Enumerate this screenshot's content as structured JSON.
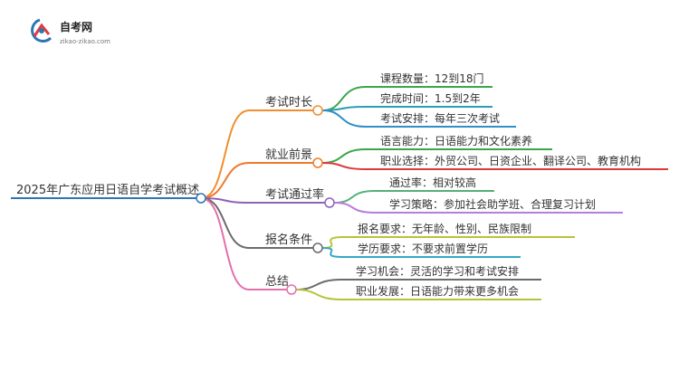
{
  "logo": {
    "name": "自考网",
    "domain": "zikao-zikao.com"
  },
  "colors": {
    "root": "#2e75b6",
    "branch": [
      "#ef8f2f",
      "#ef7a2a",
      "#8e62b8",
      "#6b6b6b",
      "#e46fae"
    ],
    "leaf": [
      "#3aa64a",
      "#2f9db5",
      "#2f8fc8",
      "#3aa64a",
      "#d93a3a",
      "#55b07a",
      "#b87be0",
      "#b5c43a",
      "#32a8c7",
      "#6b6b6b",
      "#b5c43a"
    ]
  },
  "mindmap": {
    "root": "2025年广东应用日语自学考试概述",
    "branches": [
      {
        "label": "考试时长",
        "leaves": [
          "课程数量：12到18门",
          "完成时间：1.5到2年",
          "考试安排：每年三次考试"
        ]
      },
      {
        "label": "就业前景",
        "leaves": [
          "语言能力：日语能力和文化素养",
          "职业选择：外贸公司、日资企业、翻译公司、教育机构"
        ]
      },
      {
        "label": "考试通过率",
        "leaves": [
          "通过率：相对较高",
          "学习策略：参加社会助学班、合理复习计划"
        ]
      },
      {
        "label": "报名条件",
        "leaves": [
          "报名要求：无年龄、性别、民族限制",
          "学历要求：不要求前置学历"
        ]
      },
      {
        "label": "总结",
        "leaves": [
          "学习机会：灵活的学习和考试安排",
          "职业发展：日语能力带来更多机会"
        ]
      }
    ]
  }
}
